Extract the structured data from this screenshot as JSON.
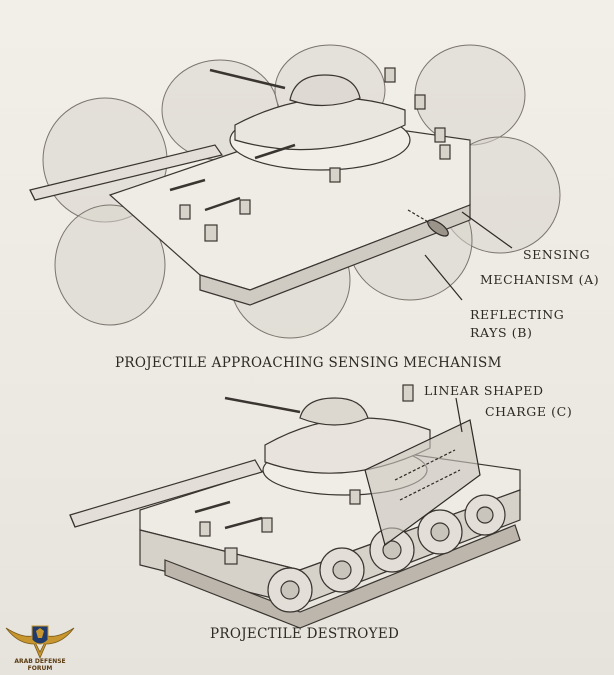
{
  "figure": {
    "top_caption": "PROJECTILE APPROACHING SENSING MECHANISM",
    "bottom_caption": "PROJECTILE DESTROYED"
  },
  "labels": {
    "sensing_line1": "SENSING",
    "sensing_line2": "MECHANISM (A)",
    "reflecting_line1": "REFLECTING",
    "reflecting_line2": "RAYS (B)",
    "linear_line1": "LINEAR SHAPED",
    "linear_line2": "CHARGE (C)"
  },
  "watermark": {
    "logo_name": "shield-emblem-icon",
    "logo_text": "ARAB DEFENSE FORUM"
  },
  "colors": {
    "paper": "#eeebe4",
    "ink": "#2d2925",
    "dome": "#dcd8d1",
    "emblem_gold": "#c7962e"
  }
}
